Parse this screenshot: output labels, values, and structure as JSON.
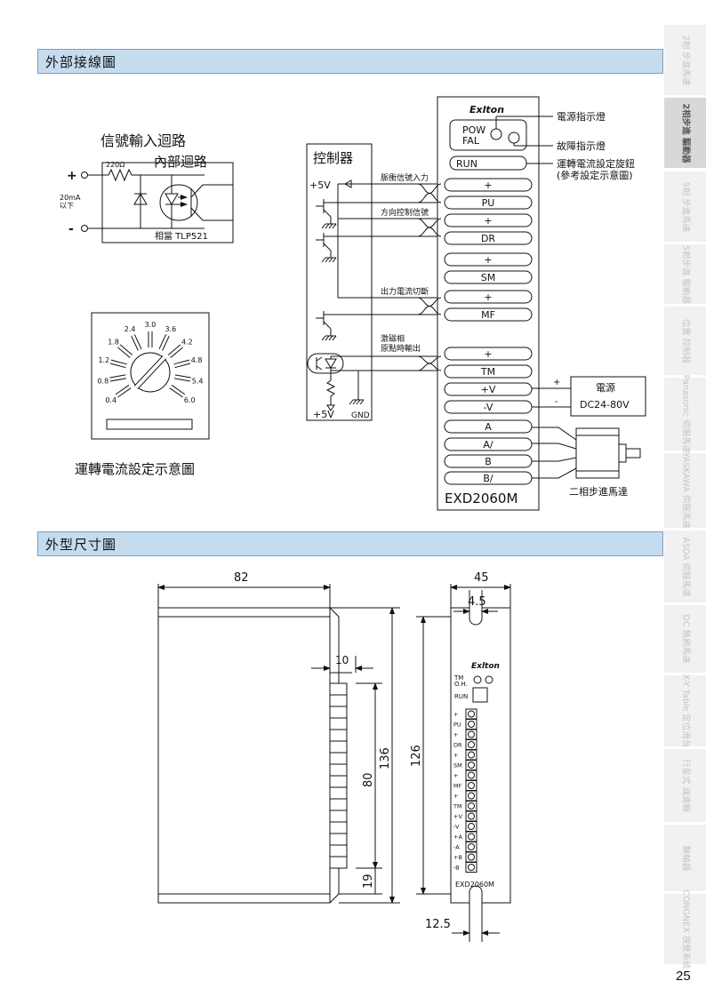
{
  "sections": {
    "wiring": "外部接線圖",
    "dimension": "外型尺寸圖"
  },
  "sidebar": [
    {
      "line1": "2相",
      "line2": "步進馬達",
      "active": false
    },
    {
      "line1": "2相步進",
      "line2": "驅動器",
      "active": true
    },
    {
      "line1": "5相",
      "line2": "步進馬達",
      "active": false
    },
    {
      "line1": "5相步進",
      "line2": "驅動器",
      "active": false
    },
    {
      "line1": "位置",
      "line2": "控制器",
      "active": false
    },
    {
      "line1": "Panasonic",
      "line2": "伺服馬達",
      "active": false
    },
    {
      "line1": "YASKAWA",
      "line2": "伺服馬達",
      "active": false
    },
    {
      "line1": "ASDA",
      "line2": "伺服馬達",
      "active": false
    },
    {
      "line1": "DC",
      "line2": "無刷馬達",
      "active": false
    },
    {
      "line1": "X-Y Table",
      "line2": "定位滑台",
      "active": false
    },
    {
      "line1": "行星式",
      "line2": "減速機",
      "active": false
    },
    {
      "line1": "聯軸器",
      "line2": "",
      "active": false
    },
    {
      "line1": "CONGNEX",
      "line2": "視覺系統",
      "active": false
    }
  ],
  "page_number": "25",
  "input_circuit": {
    "title": "信號輸入迴路",
    "inner": "內部迴路",
    "resistor": "220Ω",
    "plus": "+",
    "minus": "-",
    "current1": "20mA",
    "current2": "以下",
    "part": "相當 TLP521"
  },
  "dial": {
    "caption": "運轉電流設定示意圖",
    "ticks": [
      "0.4",
      "0.8",
      "1.2",
      "1.8",
      "2.4",
      "3.0",
      "3.6",
      "4.2",
      "4.8",
      "5.4",
      "6.0"
    ]
  },
  "controller": {
    "title": "控制器",
    "vcc": "+5V",
    "gnd": "GND",
    "signals": [
      "脈衝信號入力",
      "方向控制信號",
      "出力電流切斷",
      "激磁相",
      "原點時輸出"
    ]
  },
  "driver": {
    "brand": "Exlton",
    "pow": "POW",
    "fal": "FAL",
    "run": "RUN",
    "model": "EXD2060M",
    "terminals": [
      "+",
      "PU",
      "+",
      "DR",
      "+",
      "SM",
      "+",
      "MF",
      "+",
      "TM",
      "+V",
      "-V",
      "A",
      "A/",
      "B",
      "B/"
    ],
    "callouts": [
      "電源指示燈",
      "故障指示燈",
      "運轉電流設定旋鈕",
      "(參考設定示意圖)"
    ]
  },
  "power": {
    "label": "電源",
    "range": "DC24-80V",
    "plus": "+",
    "minus": "-"
  },
  "motor": {
    "label": "二相步進馬達"
  },
  "dimensions": {
    "side": {
      "width": "82",
      "height": "136",
      "terminal_width": "10",
      "terminal_height": "80",
      "bottom": "19"
    },
    "front": {
      "width": "45",
      "slot": "4.5",
      "height": "126",
      "bottom_slot": "12.5"
    },
    "front_labels": [
      "TM",
      "O.H.",
      "RUN"
    ],
    "front_terms": [
      "+",
      "PU",
      "+",
      "DR",
      "+",
      "SM",
      "+",
      "MF",
      "+",
      "TM",
      "+V",
      "-V",
      "+A",
      "-A",
      "+B",
      "-B"
    ],
    "front_model": "EXD2060M"
  }
}
